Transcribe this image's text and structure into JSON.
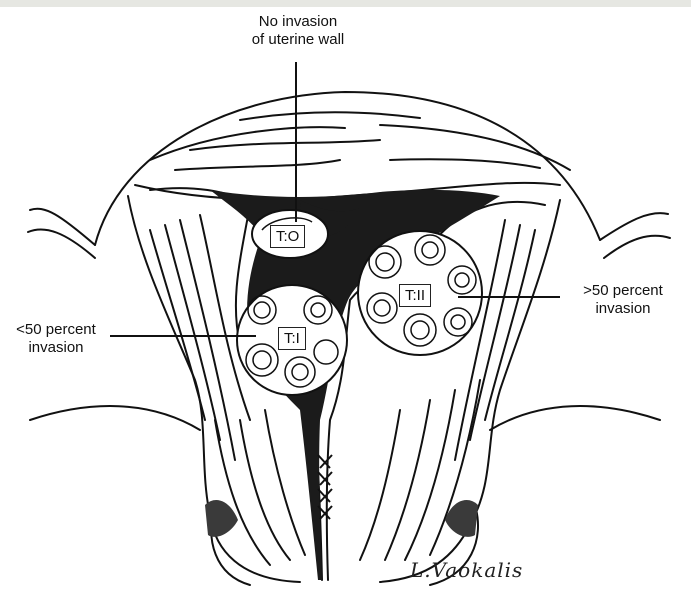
{
  "labels": {
    "no_invasion": [
      "No invasion",
      "of uterine wall"
    ],
    "lt50": [
      "<50 percent",
      "invasion"
    ],
    "gt50": [
      ">50 percent",
      "invasion"
    ]
  },
  "stage_tags": {
    "t0": "T:O",
    "t1": "T:I",
    "t2": "T:II"
  },
  "signature": "L.Vaokalis",
  "colors": {
    "ink": "#111111",
    "cavity": "#1b1b1b",
    "top_band": "#e6e7e2"
  }
}
